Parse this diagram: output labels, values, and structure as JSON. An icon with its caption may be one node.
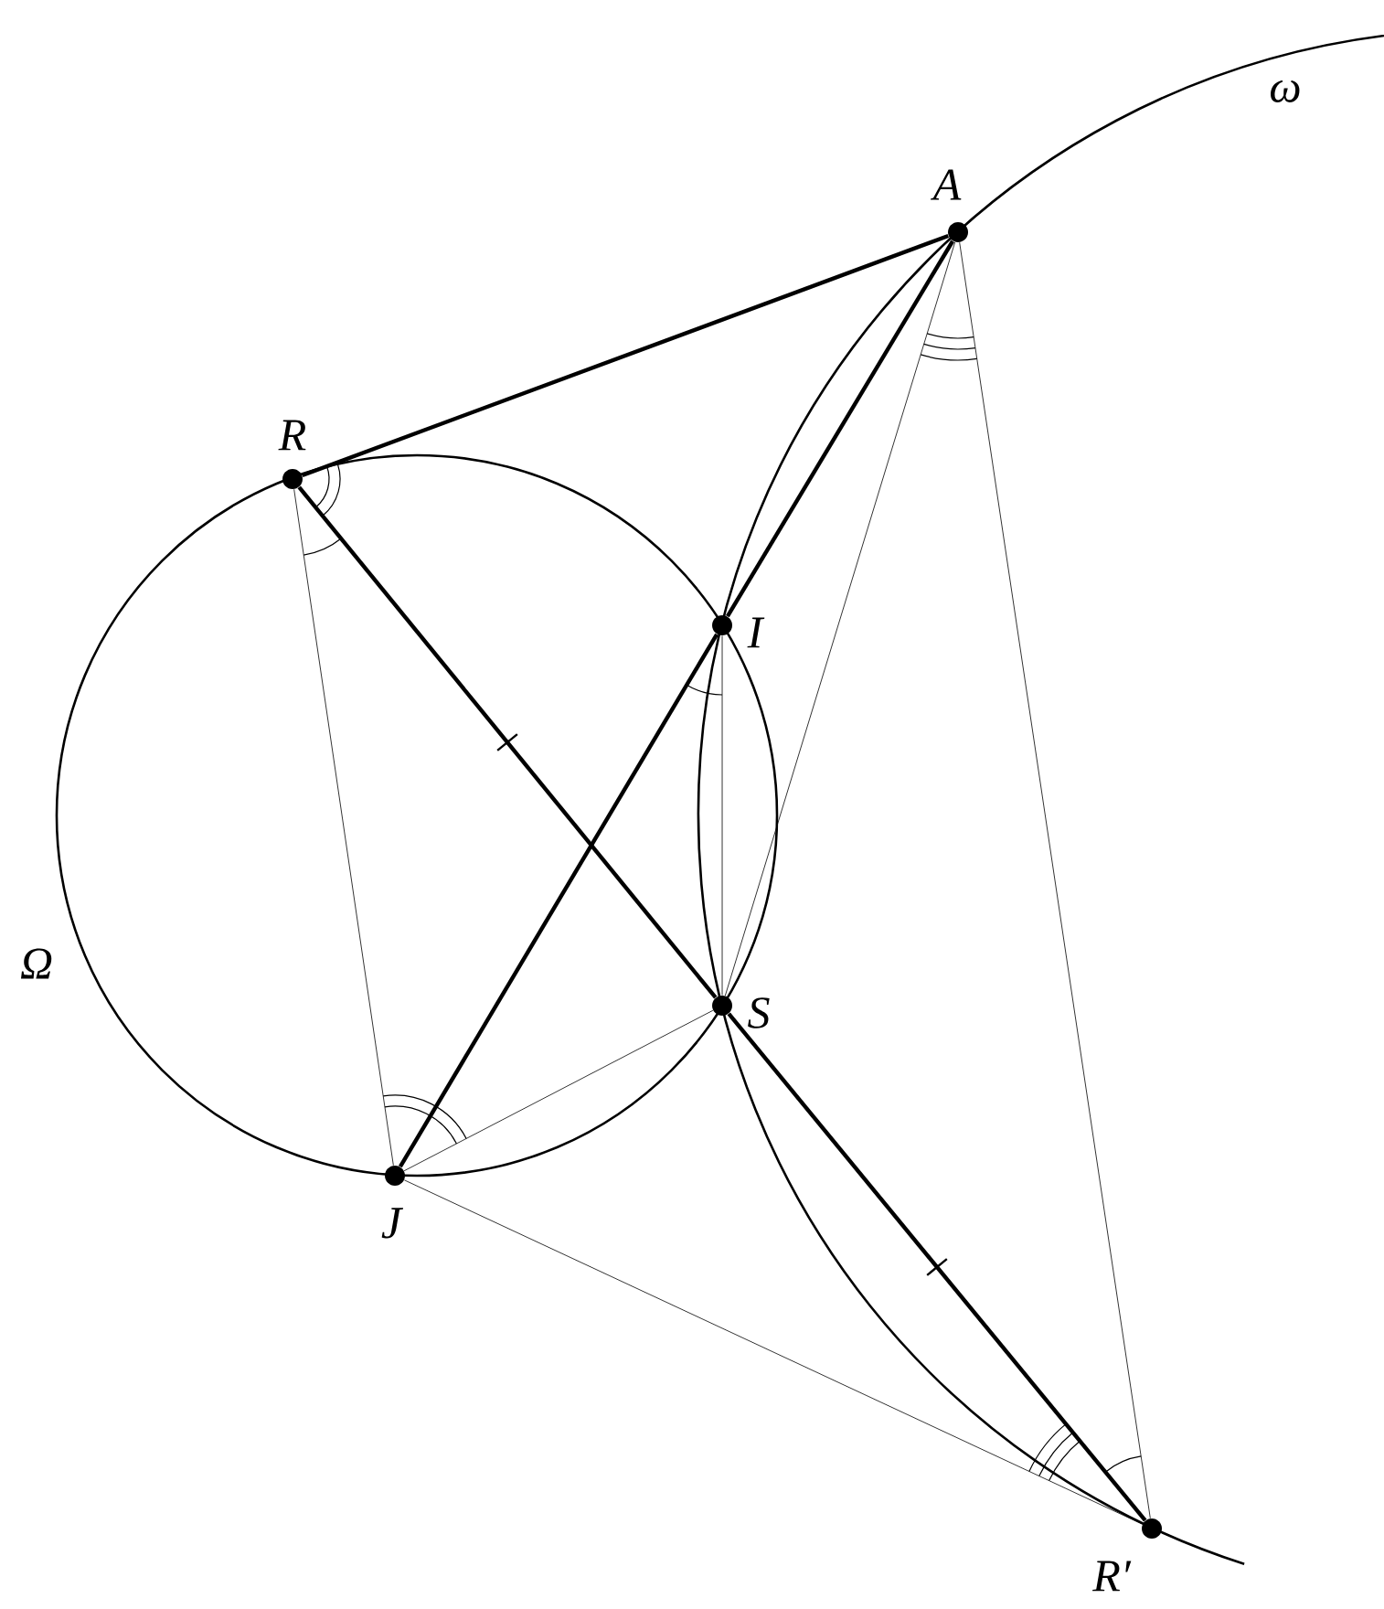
{
  "diagram": {
    "nodes": [
      {
        "text": [
          "A"
        ]
      },
      {
        "text": [
          "R"
        ]
      },
      {
        "text": [
          "I"
        ]
      },
      {
        "text": [
          "S"
        ]
      },
      {
        "text": [
          "J"
        ]
      },
      {
        "text": [
          "R′"
        ]
      }
    ],
    "edges": [
      {
        "from": 0,
        "to": 1,
        "arrow": "none",
        "style": "thick"
      },
      {
        "from": 1,
        "to": 3,
        "arrow": "none",
        "style": "thick"
      },
      {
        "from": 0,
        "to": 2,
        "arrow": "none",
        "style": "thick"
      },
      {
        "from": 2,
        "to": 4,
        "arrow": "none",
        "style": "thick"
      },
      {
        "from": 3,
        "to": 5,
        "arrow": "none",
        "style": "thick"
      },
      {
        "from": 0,
        "to": 3,
        "arrow": "none"
      },
      {
        "from": 0,
        "to": 5,
        "arrow": "none"
      },
      {
        "from": 1,
        "to": 4,
        "arrow": "none"
      },
      {
        "from": 2,
        "to": 3,
        "arrow": "none"
      },
      {
        "from": 4,
        "to": 3,
        "arrow": "none"
      },
      {
        "from": 4,
        "to": 5,
        "arrow": "none"
      }
    ],
    "labels": [
      "ω",
      "Ω"
    ]
  }
}
